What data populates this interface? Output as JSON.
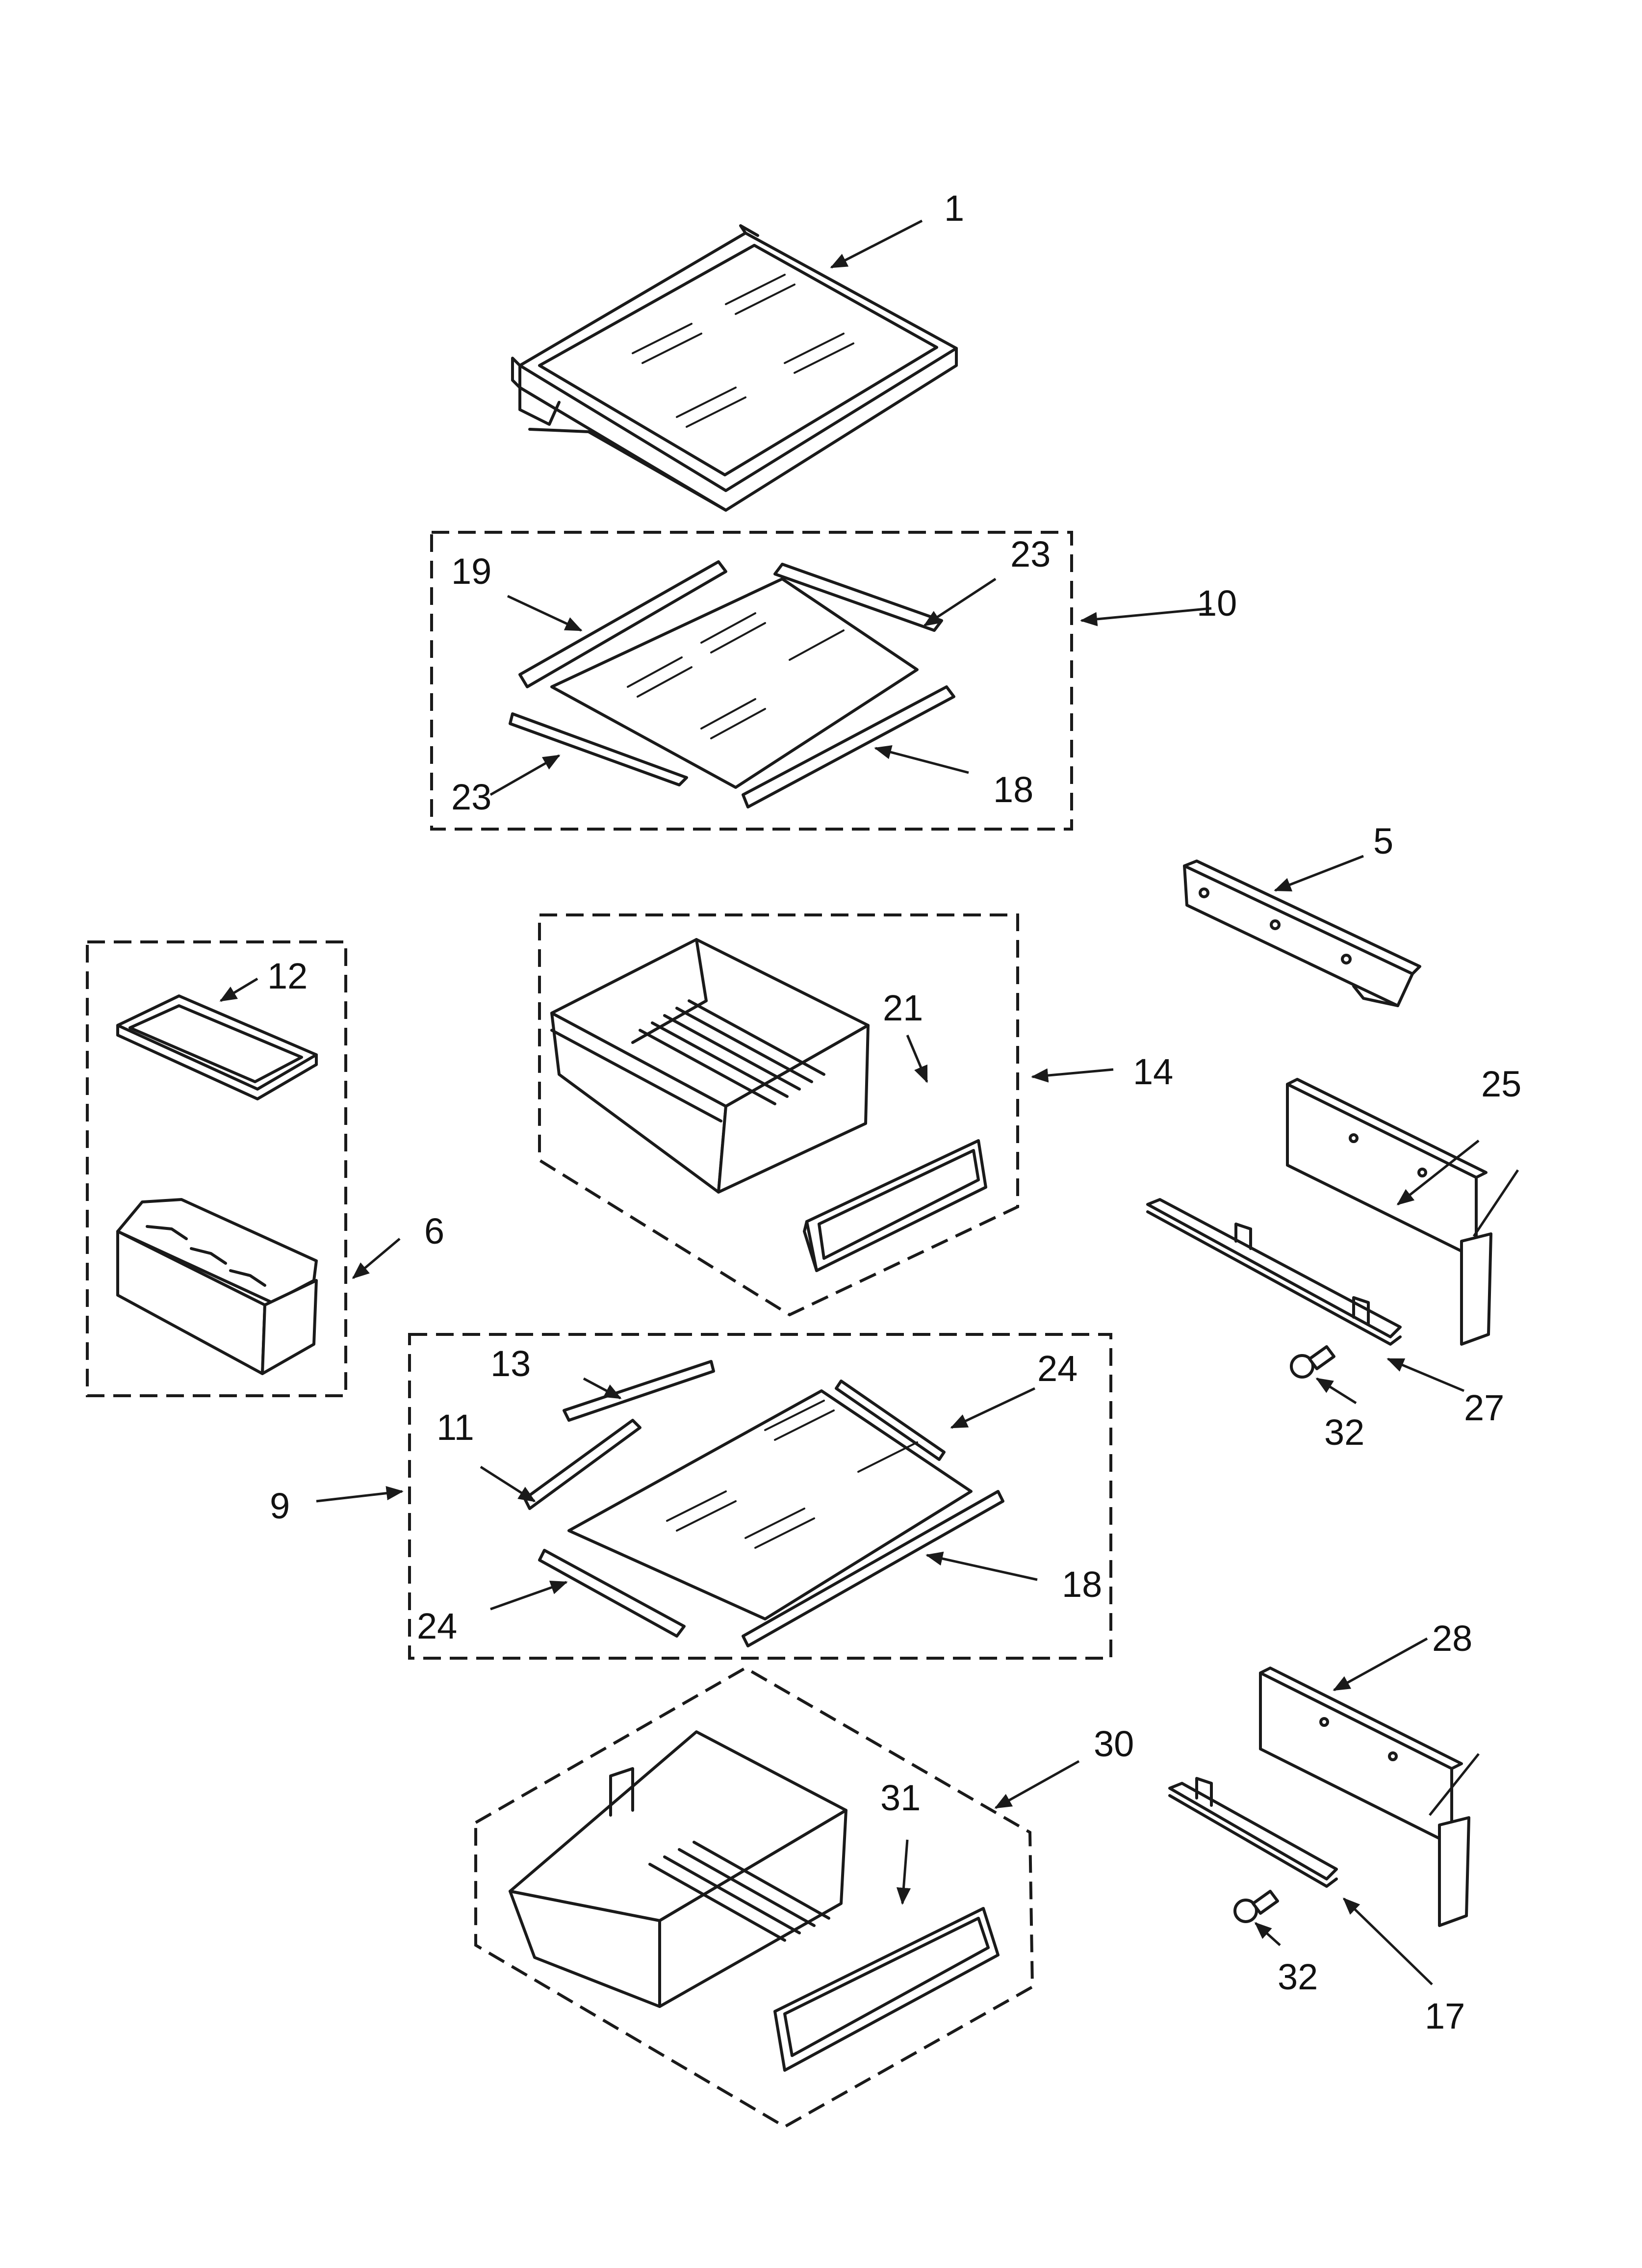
{
  "diagram": {
    "callouts": [
      {
        "id": "c1",
        "label": "1"
      },
      {
        "id": "c19",
        "label": "19"
      },
      {
        "id": "c23a",
        "label": "23"
      },
      {
        "id": "c10",
        "label": "10"
      },
      {
        "id": "c23b",
        "label": "23"
      },
      {
        "id": "c18a",
        "label": "18"
      },
      {
        "id": "c5",
        "label": "5"
      },
      {
        "id": "c12",
        "label": "12"
      },
      {
        "id": "c21",
        "label": "21"
      },
      {
        "id": "c14",
        "label": "14"
      },
      {
        "id": "c6",
        "label": "6"
      },
      {
        "id": "c25",
        "label": "25"
      },
      {
        "id": "c13",
        "label": "13"
      },
      {
        "id": "c24a",
        "label": "24"
      },
      {
        "id": "c11",
        "label": "11"
      },
      {
        "id": "c9",
        "label": "9"
      },
      {
        "id": "c18b",
        "label": "18"
      },
      {
        "id": "c24b",
        "label": "24"
      },
      {
        "id": "c32a",
        "label": "32"
      },
      {
        "id": "c27",
        "label": "27"
      },
      {
        "id": "c28",
        "label": "28"
      },
      {
        "id": "c30",
        "label": "30"
      },
      {
        "id": "c31",
        "label": "31"
      },
      {
        "id": "c32b",
        "label": "32"
      },
      {
        "id": "c17",
        "label": "17"
      }
    ]
  }
}
